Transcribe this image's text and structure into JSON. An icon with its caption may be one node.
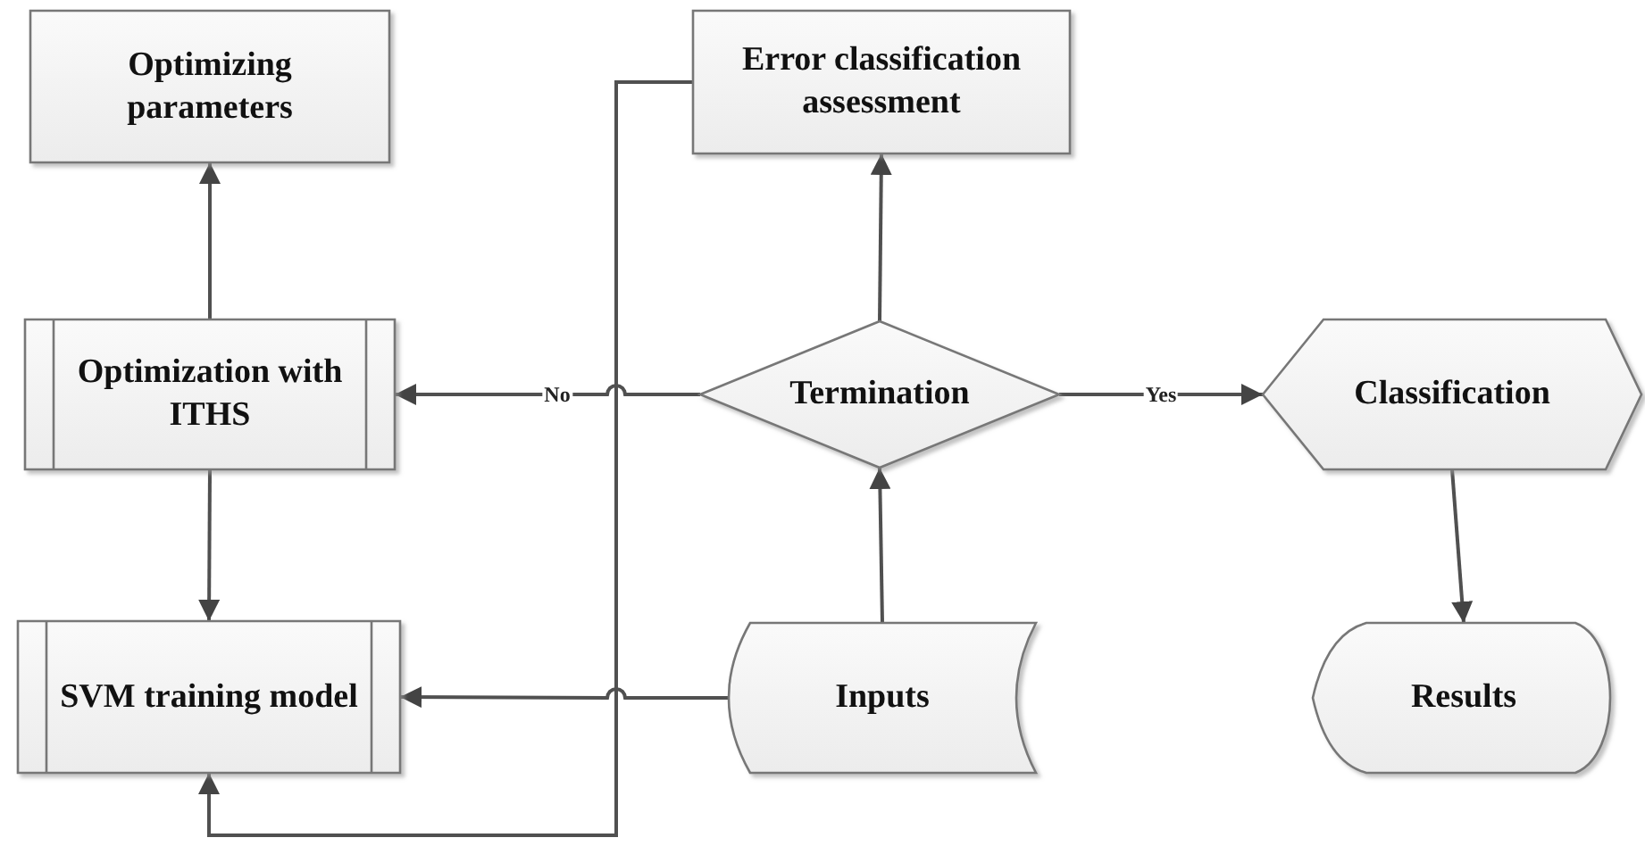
{
  "diagram": {
    "nodes": [
      {
        "text": [
          "Optimizing parameters"
        ]
      },
      {
        "text": [
          "Error classification assessment"
        ]
      },
      {
        "text": [
          "Optimization with ITHS"
        ]
      },
      {
        "text": [
          "Termination"
        ]
      },
      {
        "text": [
          "Classification"
        ]
      },
      {
        "text": [
          "SVM training model"
        ]
      },
      {
        "text": [
          "Inputs"
        ]
      },
      {
        "text": [
          "Results"
        ]
      }
    ],
    "edges": [
      {
        "from": 2,
        "to": 0,
        "arrow": "to"
      },
      {
        "from": 3,
        "to": 1,
        "arrow": "to"
      },
      {
        "from": 3,
        "to": 2,
        "arrow": "to",
        "label": "No"
      },
      {
        "from": 3,
        "to": 4,
        "arrow": "to",
        "label": "Yes"
      },
      {
        "from": 6,
        "to": 3,
        "arrow": "to"
      },
      {
        "from": 2,
        "to": 5,
        "arrow": "to"
      },
      {
        "from": 6,
        "to": 5,
        "arrow": "to"
      },
      {
        "from": 4,
        "to": 7,
        "arrow": "to"
      },
      {
        "from": 1,
        "to": 5,
        "arrow": "to"
      }
    ]
  }
}
